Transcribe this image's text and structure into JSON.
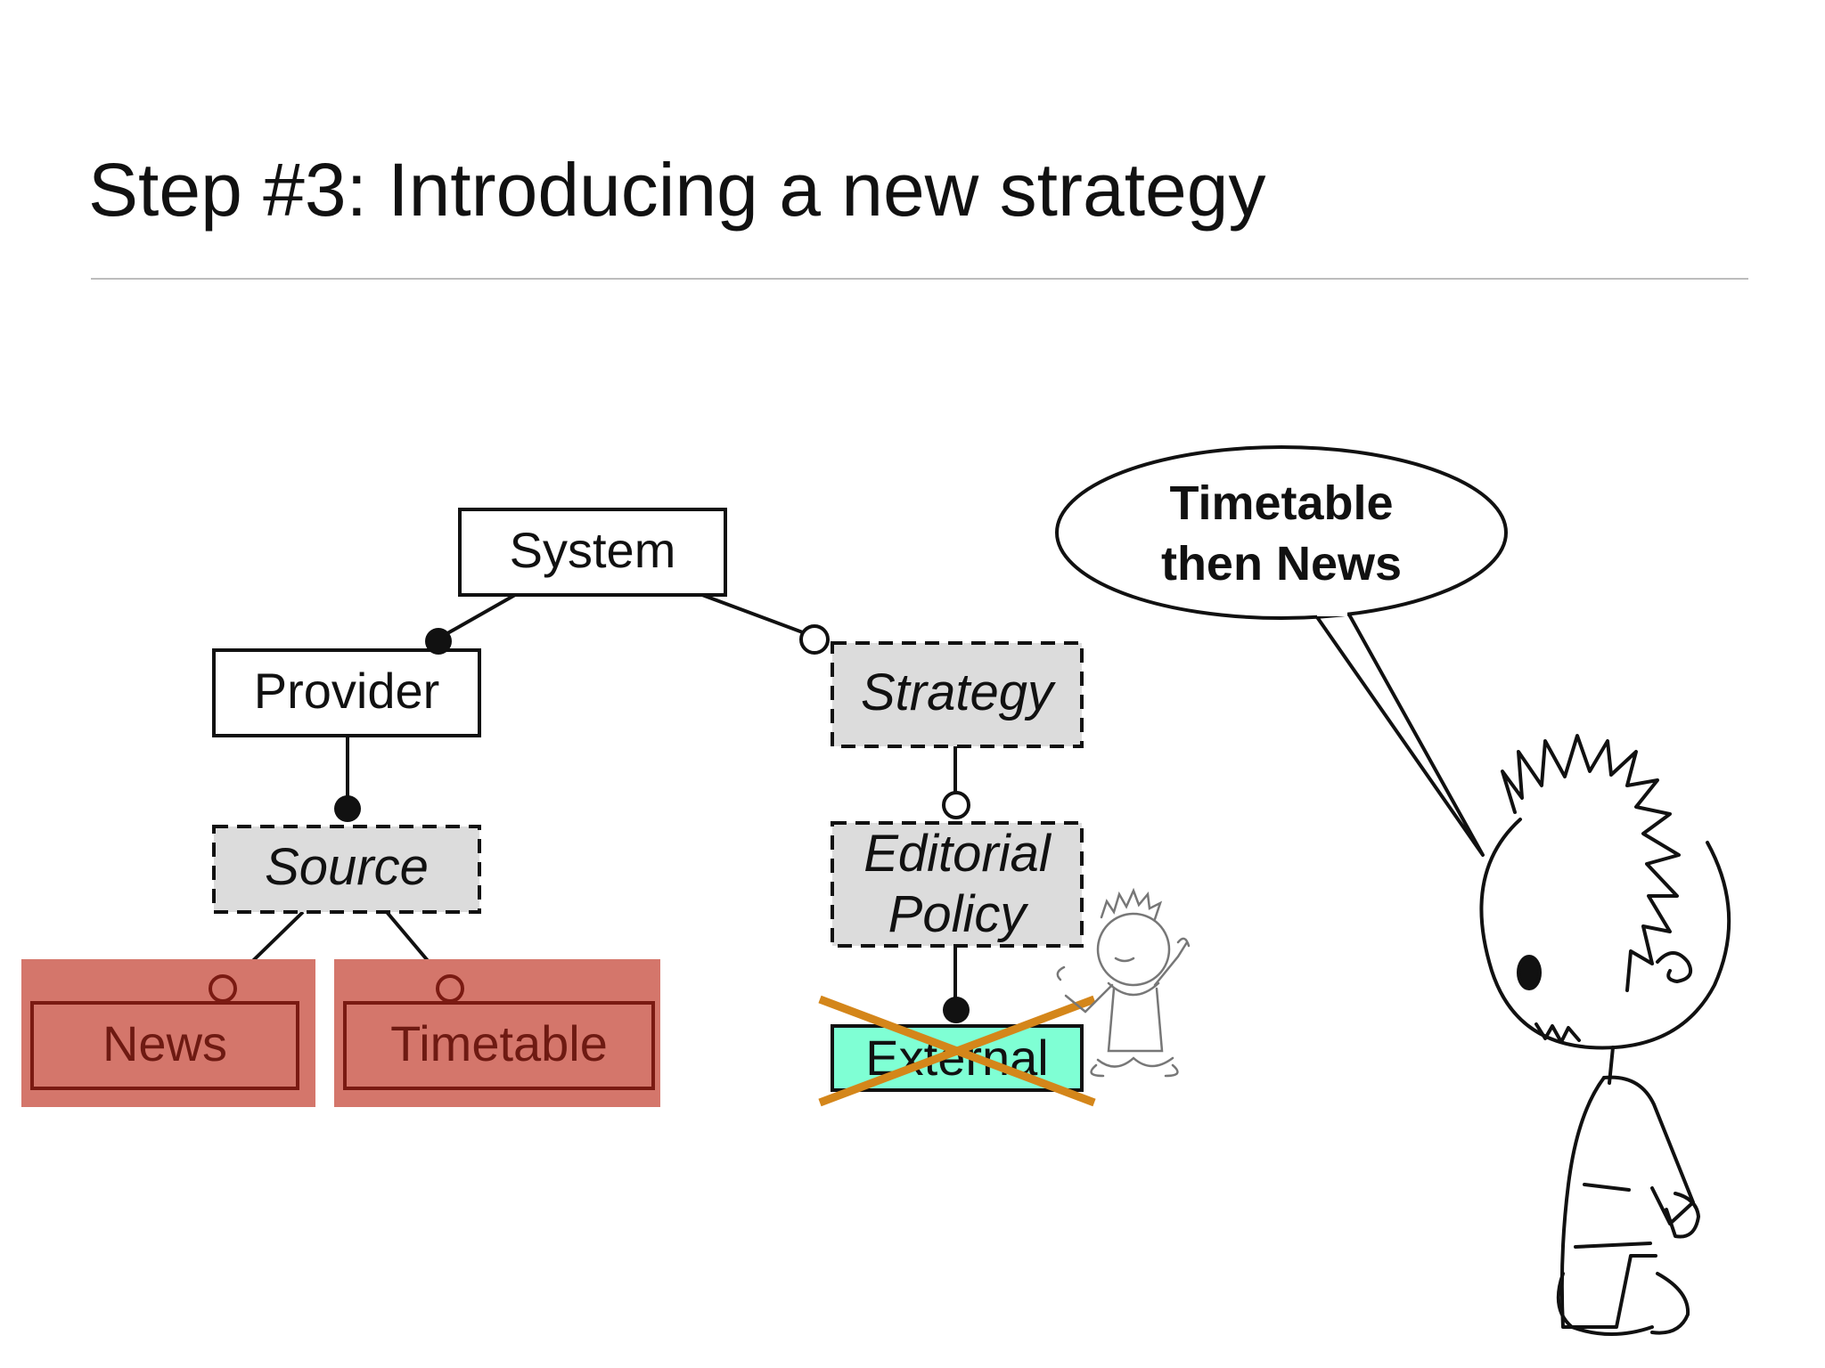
{
  "slide": {
    "title": "Step #3: Introducing a new strategy"
  },
  "diagram": {
    "nodes": {
      "system": "System",
      "provider": "Provider",
      "source": "Source",
      "news": "News",
      "timetable": "Timetable",
      "strategy": "Strategy",
      "editorial_policy_line1": "Editorial",
      "editorial_policy_line2": "Policy",
      "external": "External"
    },
    "speech_bubble": {
      "line1": "Timetable",
      "line2": "then News"
    },
    "colors": {
      "highlight_fill": "#d4766b",
      "highlight_border": "#7a1a12",
      "highlight_text": "#6e1a12",
      "abstract_fill": "#dcdcdc",
      "external_fill": "#7fffd4",
      "cross_color": "#d4861a"
    }
  }
}
